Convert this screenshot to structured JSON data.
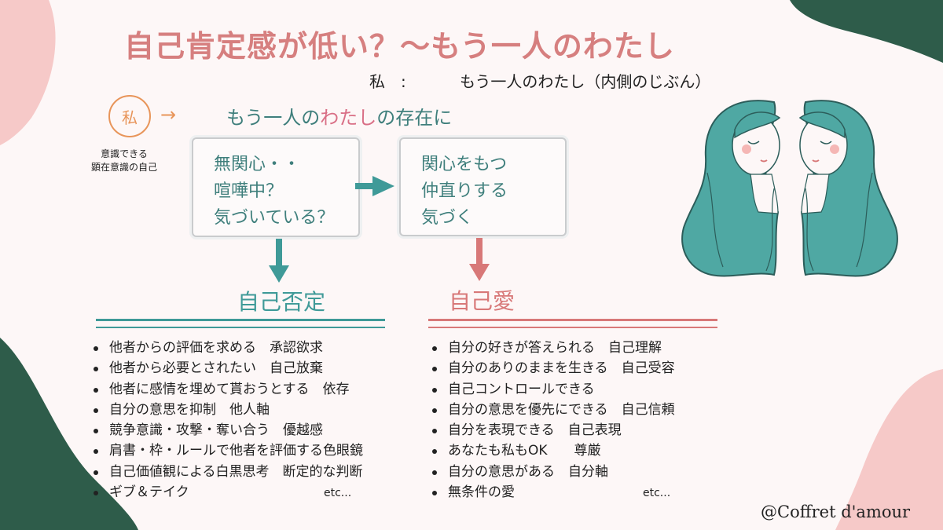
{
  "title": "自己肯定感が低い？〜もう一人のわたし",
  "subtitle": {
    "left": "私　:",
    "right": "もう一人のわたし（内側のじぶん）"
  },
  "watashi_label": "私",
  "arrow_symbol": "→",
  "watashi_note_line1": "意識できる",
  "watashi_note_line2": "顕在意識の自己",
  "existence": {
    "before": "もう一人の",
    "highlight": "わたし",
    "after": "の存在に"
  },
  "box_left": [
    "無関心・・",
    "喧嘩中？",
    "気づいている？"
  ],
  "box_right": [
    "関心をもつ",
    "仲直りする",
    "気づく"
  ],
  "negative": {
    "heading": "自己否定",
    "items": [
      "他者からの評価を求める　承認欲求",
      "他者から必要とされたい　自己放棄",
      "他者に感情を埋めて貰おうとする　依存",
      "自分の意思を抑制　他人軸",
      "競争意識・攻撃・奪い合う　優越感",
      "肩書・枠・ルールで他者を評価する色眼鏡",
      "自己価値観による白黒思考　断定的な判断",
      "ギブ＆テイク"
    ],
    "etc": "etc..."
  },
  "positive": {
    "heading": "自己愛",
    "items": [
      "自分の好きが答えられる　自己理解",
      "自分のありのままを生きる　自己受容",
      "自己コントロールできる",
      "自分の意思を優先にできる　自己信頼",
      "自分を表現できる　自己表現",
      "あなたも私もOK　　尊厳",
      "自分の意思がある　自分軸",
      "無条件の愛"
    ],
    "etc": "etc..."
  },
  "credit": "@Coffret d'amour",
  "colors": {
    "teal": "#3f9a98",
    "dark_green": "#2e5c4a",
    "pink": "#d87878",
    "light_pink": "#f6c9c8",
    "orange": "#e8955a",
    "hair": "#4fa8a3"
  }
}
